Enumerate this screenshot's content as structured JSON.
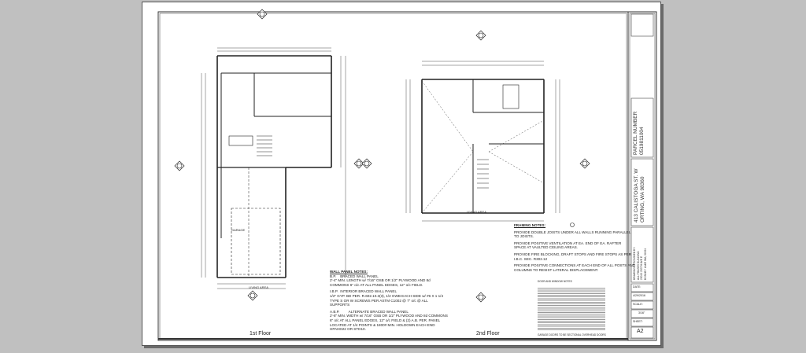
{
  "plans": {
    "first_floor": {
      "title": "1st Floor",
      "garage_label": "GARAGE",
      "living_label": "LIVING AREA"
    },
    "second_floor": {
      "title": "2nd Floor",
      "living_label": "LIVING AREA"
    }
  },
  "wall_panel_notes": {
    "heading": "WALL PANEL NOTES:",
    "items": [
      "B.P.    BRACED WALL PANEL\n2'-4\" MIN. LENGTH w/ 7/16\" OSB OR 1/2\" PLYWOOD AND 8d\nCOMMONS 6\" o/c AT ALL PANEL EDGES, 12\" o/c FIELD.",
      "I.B.P.  INTERIOR BRACED WALL PANEL\n1/2\" GYP. BD PER. R.602.10.3(3), 1/2 GWB EACH SIDE w/ #6 X 1 1/4\nTYPE S OR W SCREWS PER ASTM C1002 @ 7\" o/c @ ALL\nSUPPORTS",
      "A.B.P.         ALTERNATE BRACED WALL PANEL\n2'-8\" MIN. WIDTH w/ 7/16\" OSB OR 1/2\" PLYWOOD AND 8d COMMONS\n6\" o/c AT ALL PANEL EDGES, 12\" o/c FIELD & (2) A.B. PER. PANEL\nLOCATED AT 1/4 POINTS & 1800# MIN. HOLDOWN EACH END\nHPAHD22 OR STD10."
    ]
  },
  "framing_notes": {
    "heading": "FRAMING NOTES:",
    "items": [
      "PROVIDE DOUBLE JOISTS UNDER ALL WALLS RUNNING PARALLEL\nTO JOISTS.",
      "PROVIDE POSITIVE VENTILATION AT EA. END OF EA. RAFTER\nSPACE AT VAULTED CEILING AREAS.",
      "PROVIDE FIRE BLOCKING, DRAFT STOPS AND FIRE STOPS AS PER\nI.B.C. SEC. R302.12",
      "PROVIDE POSITIVE CONNECTIONS AT EACH END OF ALL POSTS AND\nCOLUMNS TO RESIST LATERAL DISPLACEMENT."
    ]
  },
  "door_notes": {
    "heading": "DOOR AND WINDOW NOTES",
    "last_line": "GARAGE DOORS TO BE SECTIONAL OVERHEAD DOORS"
  },
  "title_block": {
    "parcel_label": "PARCEL NUMBER",
    "parcel_number": "0519811004",
    "address_line1": "413 CALISTOGA ST. W",
    "address_line2": "ORTING, WA 98360",
    "provider_lines": [
      "DRAWINGS PROVIDED BY:",
      "ALL PHASES BUILDING",
      "20010 203TH AVE E",
      "BONNEY LAKE WA, 98391"
    ],
    "date_label": "DATE:",
    "date_value": "4/29/2016",
    "scale_label": "SCALE:",
    "scale_value": "3/16\"",
    "sheet_label": "SHEET:",
    "sheet_value": "A2"
  }
}
